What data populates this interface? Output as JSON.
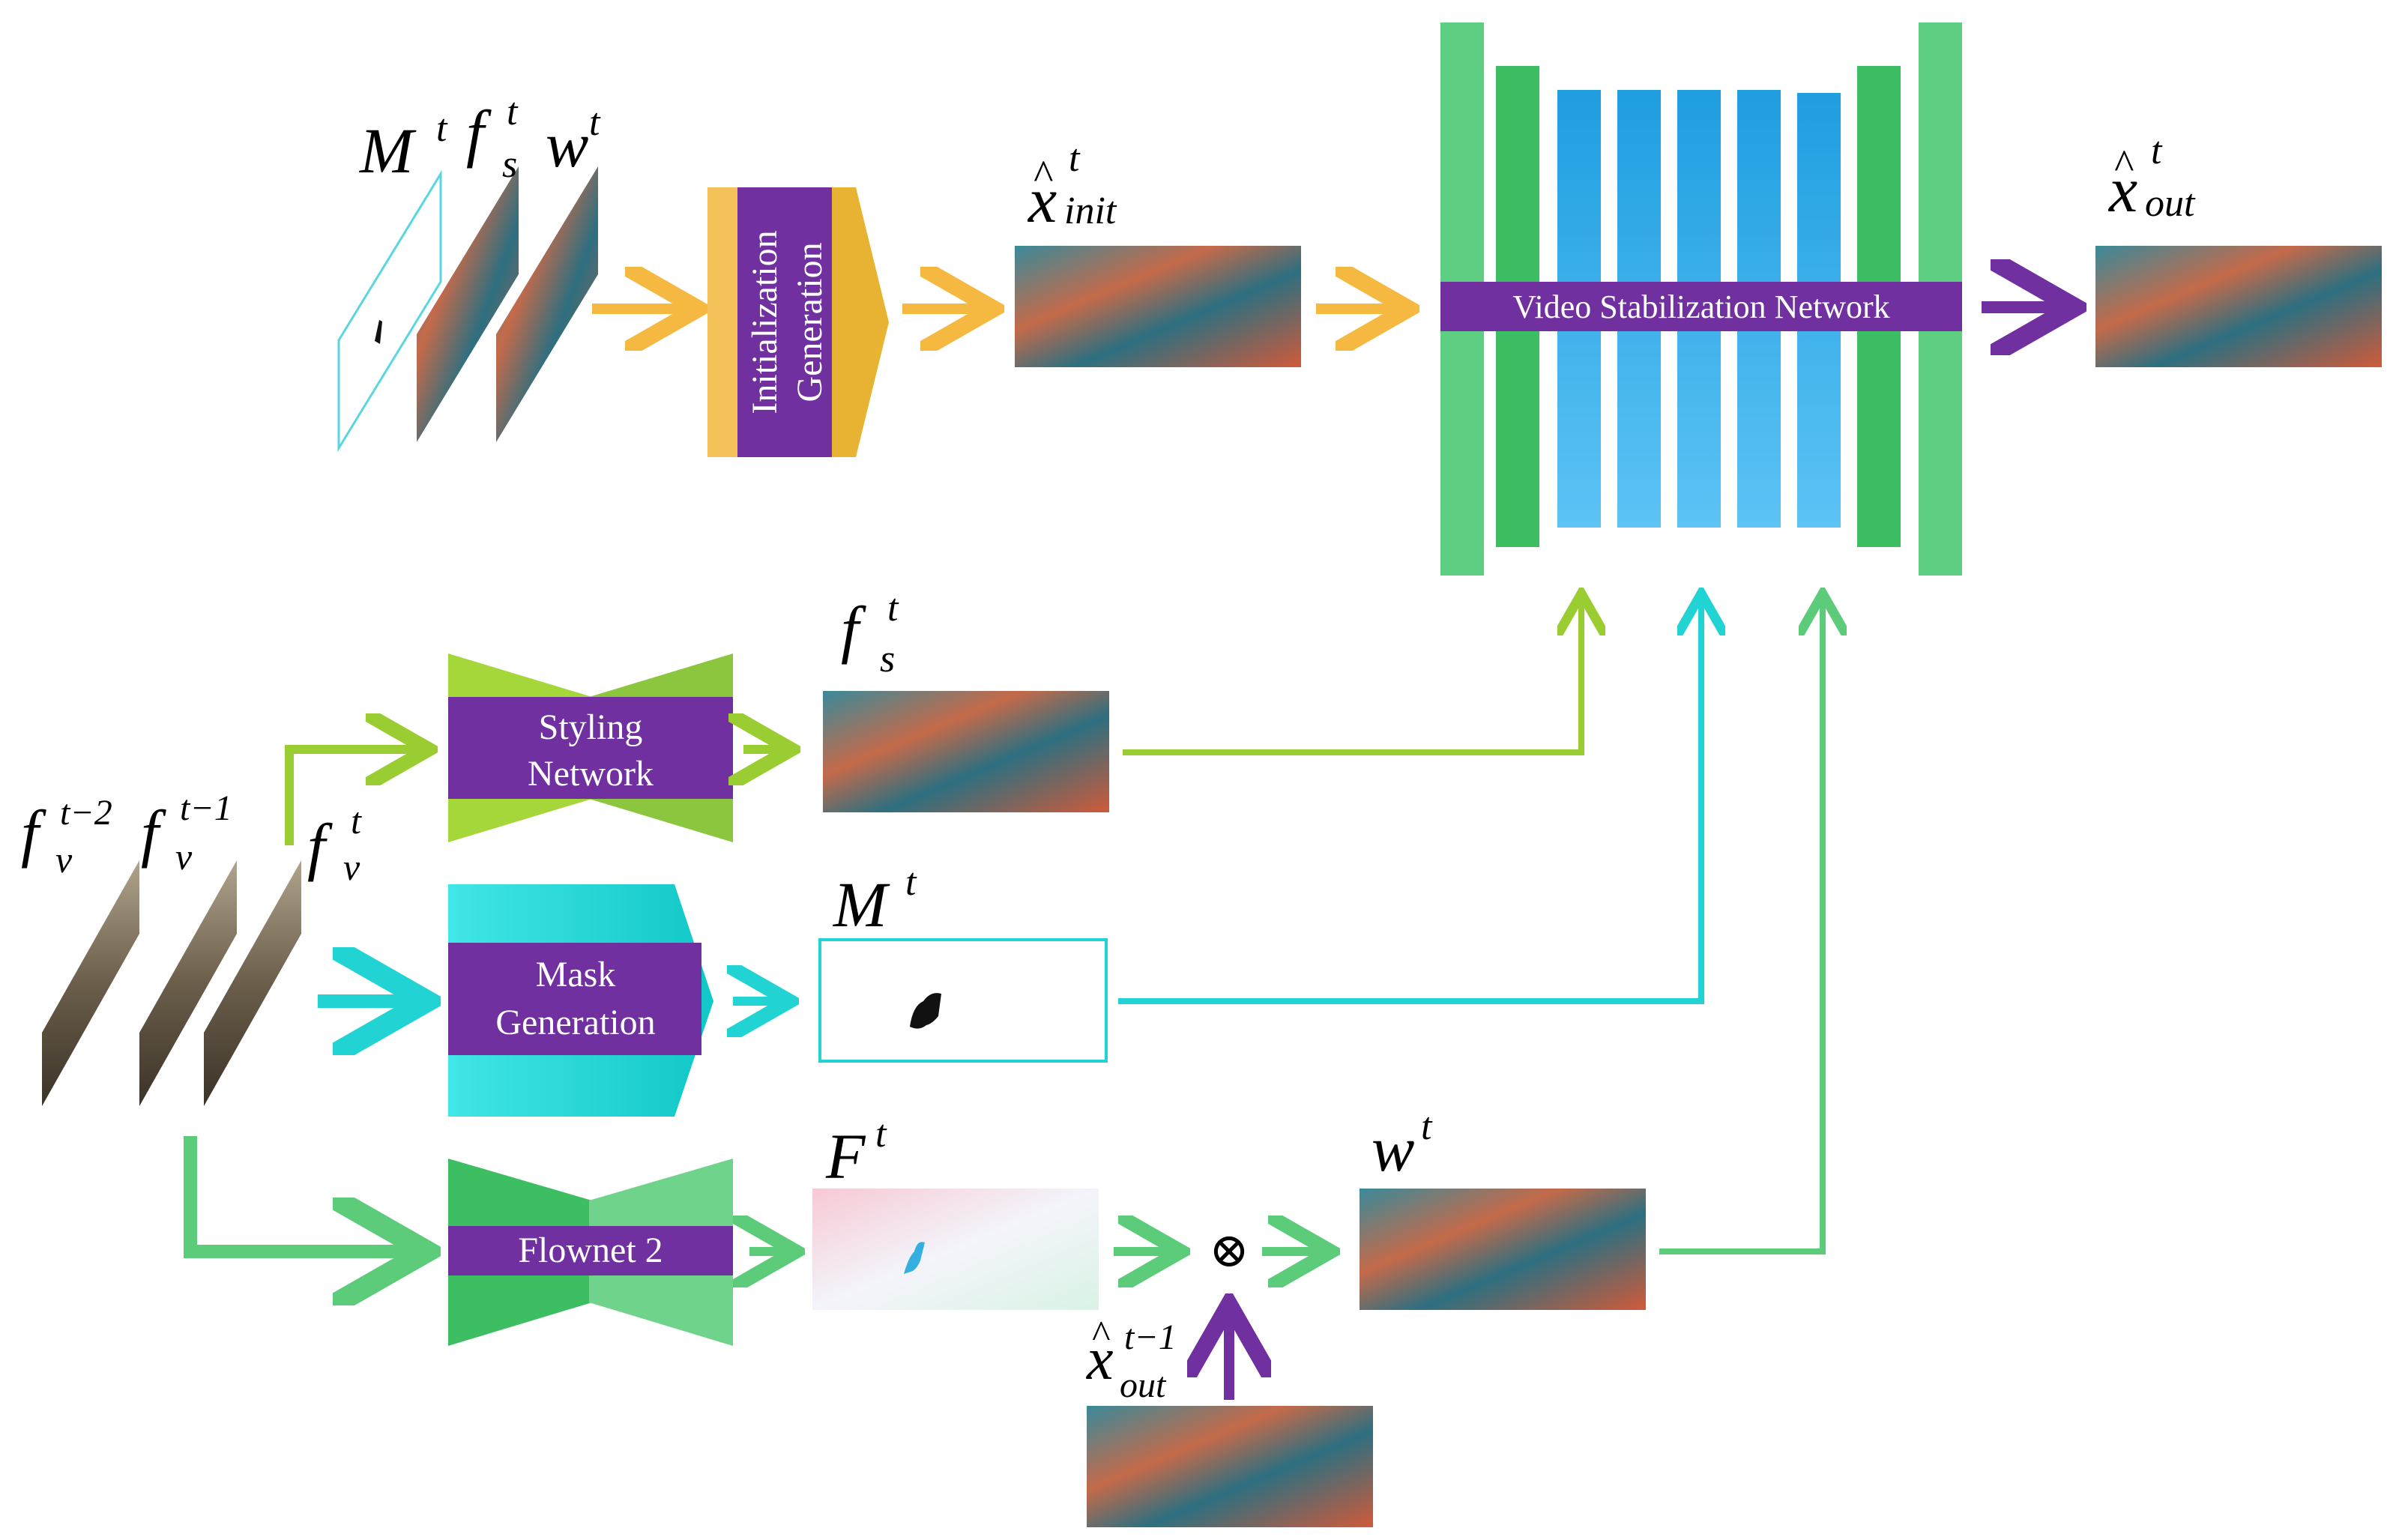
{
  "modules": {
    "init_generation": {
      "line1": "Initialization",
      "line2": "Generation"
    },
    "video_stabilization": {
      "label": "Video Stabilization Network"
    },
    "styling_network": {
      "line1": "Styling",
      "line2": "Network"
    },
    "mask_generation": {
      "line1": "Mask",
      "line2": "Generation"
    },
    "flownet": {
      "label": "Flownet 2"
    }
  },
  "symbols": {
    "M": "M",
    "f": "f",
    "w": "w",
    "x": "x",
    "F": "F",
    "t": "t",
    "t_minus_1": "t−1",
    "t_minus_2": "t−2",
    "s": "s",
    "v": "v",
    "init": "init",
    "out": "out",
    "hat": "^",
    "otimes": "⊗"
  },
  "colors": {
    "orange": "#F5B942",
    "purple": "#7030A0",
    "lime": "#9ACD32",
    "cyan": "#22D3D3",
    "green": "#5CCB7A",
    "blue": "#39A9E8",
    "dark_green": "#3DBE63"
  }
}
